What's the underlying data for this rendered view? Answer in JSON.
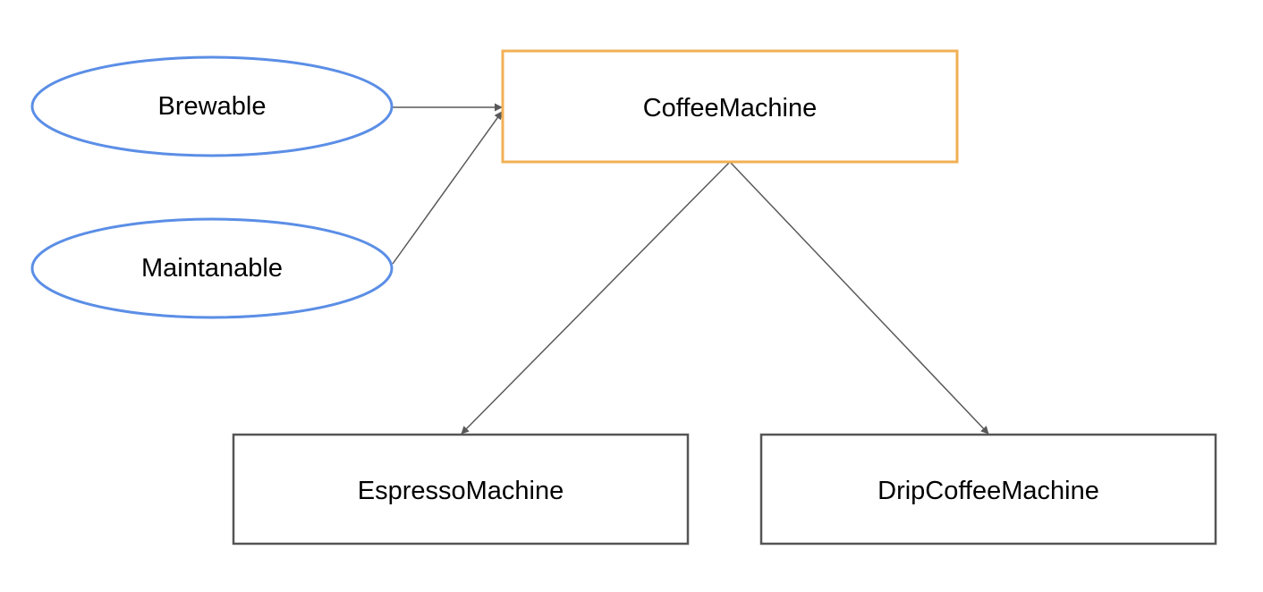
{
  "nodes": {
    "brewable": {
      "label": "Brewable",
      "kind": "interface"
    },
    "maintainable": {
      "label": "Maintanable",
      "kind": "interface"
    },
    "coffee_machine": {
      "label": "CoffeeMachine",
      "kind": "class"
    },
    "espresso_machine": {
      "label": "EspressoMachine",
      "kind": "class"
    },
    "drip_coffee_machine": {
      "label": "DripCoffeeMachine",
      "kind": "class"
    }
  },
  "edges": [
    {
      "from": "Brewable",
      "to": "CoffeeMachine"
    },
    {
      "from": "Maintanable",
      "to": "CoffeeMachine"
    },
    {
      "from": "CoffeeMachine",
      "to": "EspressoMachine"
    },
    {
      "from": "CoffeeMachine",
      "to": "DripCoffeeMachine"
    }
  ],
  "colors": {
    "interface_stroke": "#5b8ee6",
    "base_class_stroke": "#f2b055",
    "class_stroke": "#555555",
    "edge_stroke": "#595959",
    "background": "#ffffff"
  }
}
